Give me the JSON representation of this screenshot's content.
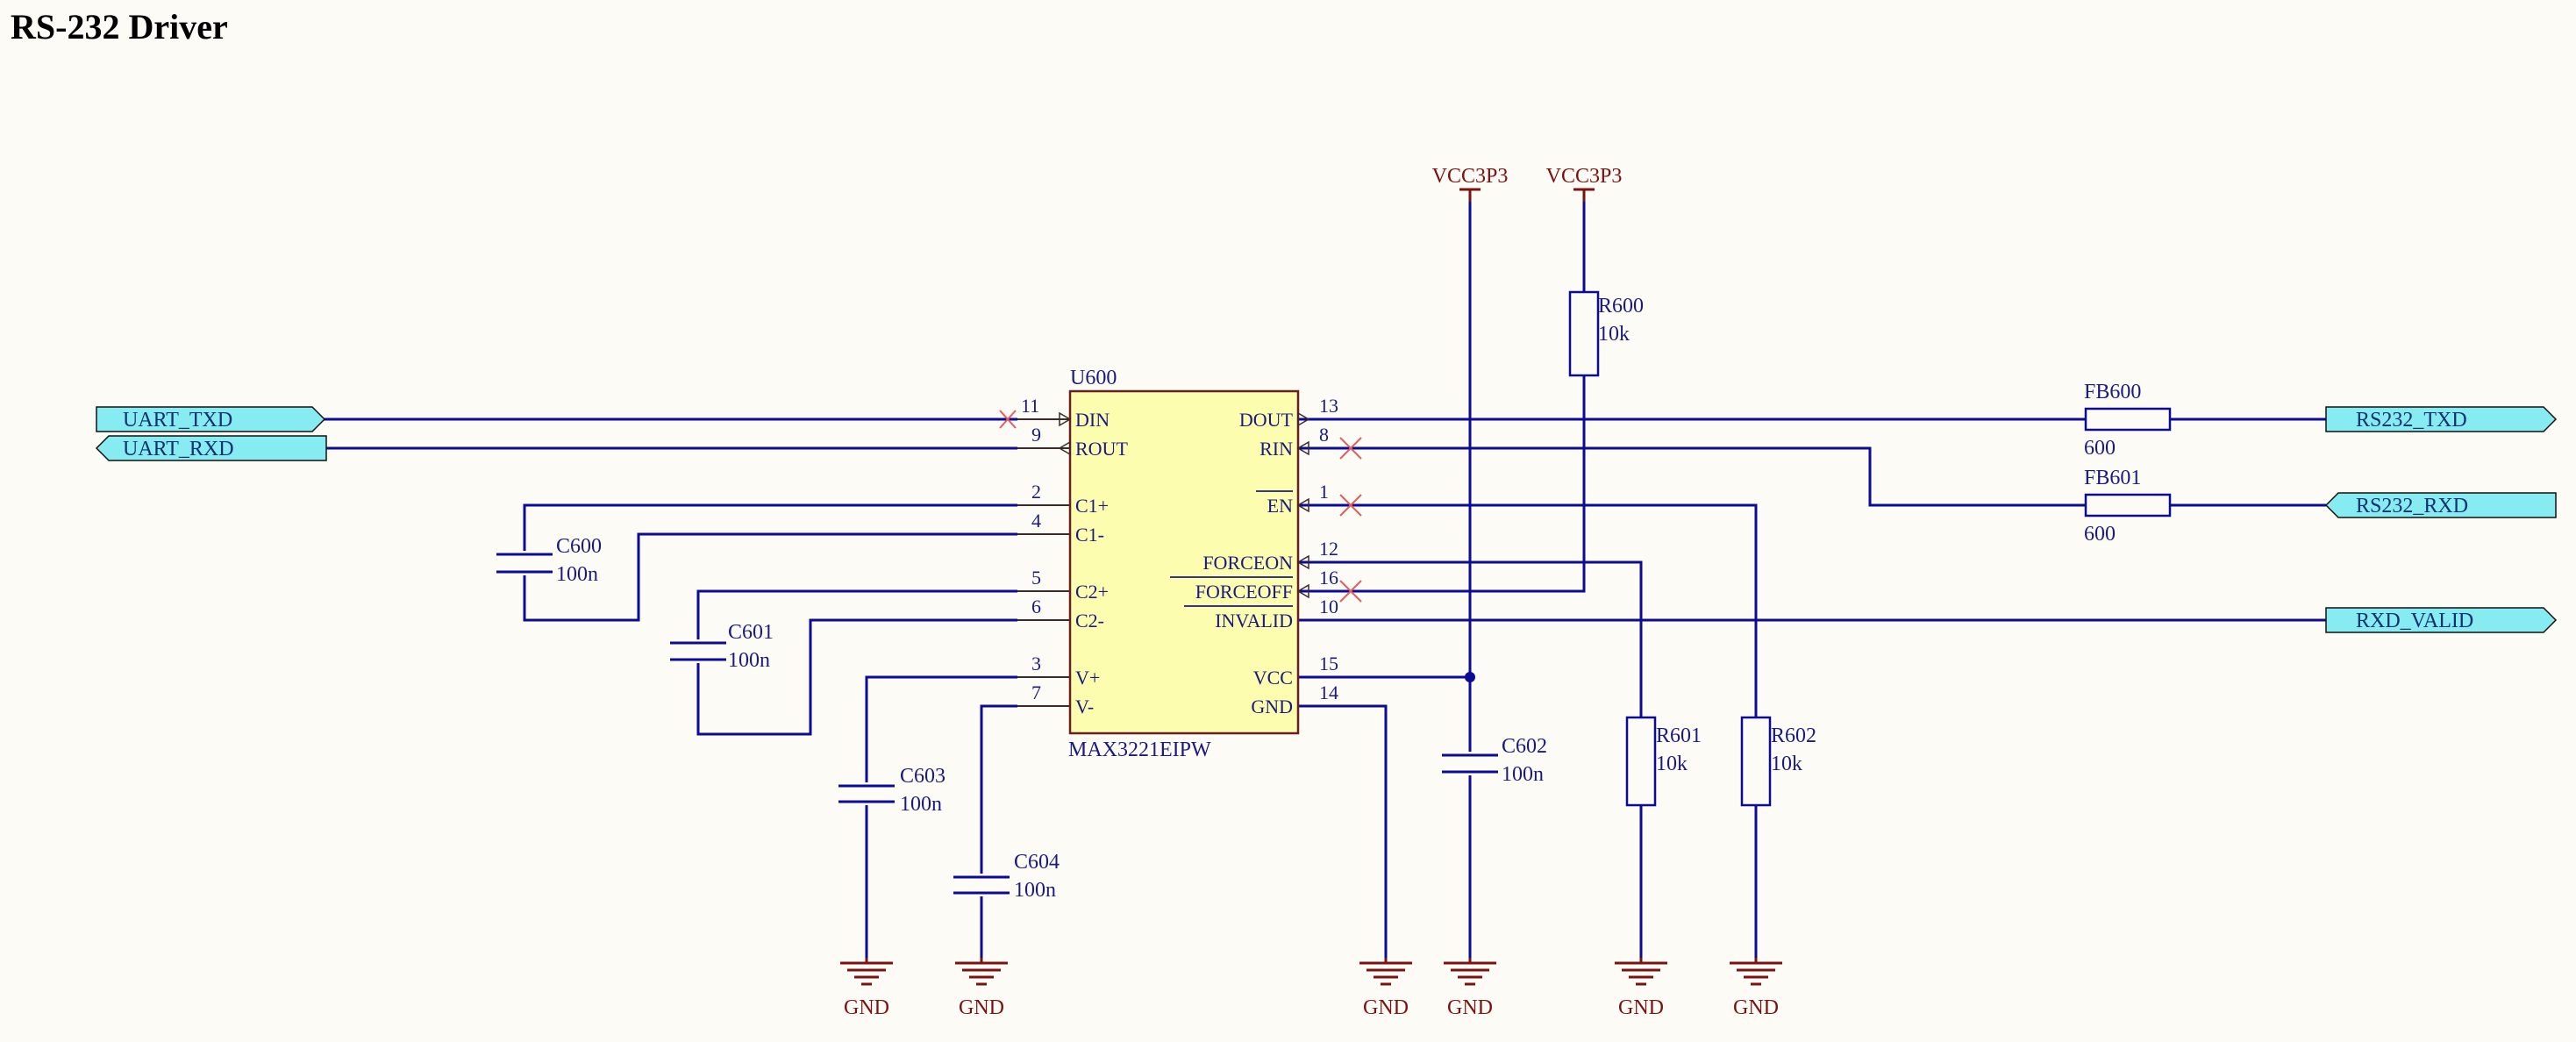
{
  "title": "RS-232 Driver",
  "colors": {
    "wire": "#0b0b96",
    "power": "#7a1212",
    "ic_fill": "#fdfdb0",
    "port_fill": "#86ecf1",
    "no_connect": "#e06060",
    "background": "#fdfbf6"
  },
  "ic": {
    "ref": "U600",
    "part": "MAX3221EIPW",
    "pins_left": [
      {
        "num": "11",
        "name": "DIN"
      },
      {
        "num": "9",
        "name": "ROUT"
      },
      {
        "num": "2",
        "name": "C1+"
      },
      {
        "num": "4",
        "name": "C1-"
      },
      {
        "num": "5",
        "name": "C2+"
      },
      {
        "num": "6",
        "name": "C2-"
      },
      {
        "num": "3",
        "name": "V+"
      },
      {
        "num": "7",
        "name": "V-"
      }
    ],
    "pins_right": [
      {
        "num": "13",
        "name": "DOUT"
      },
      {
        "num": "8",
        "name": "RIN"
      },
      {
        "num": "1",
        "name": "EN"
      },
      {
        "num": "12",
        "name": "FORCEON"
      },
      {
        "num": "16",
        "name": "FORCEOFF"
      },
      {
        "num": "10",
        "name": "INVALID"
      },
      {
        "num": "15",
        "name": "VCC"
      },
      {
        "num": "14",
        "name": "GND"
      }
    ]
  },
  "ports": [
    {
      "name": "UART_TXD"
    },
    {
      "name": "UART_RXD"
    },
    {
      "name": "RS232_TXD"
    },
    {
      "name": "RS232_RXD"
    },
    {
      "name": "RXD_VALID"
    }
  ],
  "resistors": [
    {
      "ref": "R600",
      "value": "10k"
    },
    {
      "ref": "R601",
      "value": "10k"
    },
    {
      "ref": "R602",
      "value": "10k"
    }
  ],
  "ferrites": [
    {
      "ref": "FB600",
      "value": "600"
    },
    {
      "ref": "FB601",
      "value": "600"
    }
  ],
  "capacitors": [
    {
      "ref": "C600",
      "value": "100n"
    },
    {
      "ref": "C601",
      "value": "100n"
    },
    {
      "ref": "C602",
      "value": "100n"
    },
    {
      "ref": "C603",
      "value": "100n"
    },
    {
      "ref": "C604",
      "value": "100n"
    }
  ],
  "power": {
    "vcc_label": "VCC3P3",
    "gnd_label": "GND"
  }
}
